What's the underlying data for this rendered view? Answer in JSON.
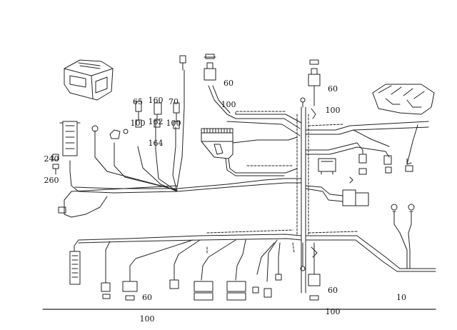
{
  "labels": {
    "c1": [
      "65",
      "100"
    ],
    "c2": [
      "160",
      "162",
      "164"
    ],
    "c3": [
      "70",
      "100"
    ],
    "c4": [
      "60",
      "100"
    ],
    "c5": [
      "60",
      "100"
    ],
    "c6": [
      "240",
      "260"
    ],
    "c7": [
      "60",
      "100"
    ],
    "c8": [
      "60",
      "100"
    ],
    "c9": [
      "10"
    ]
  },
  "colors": {
    "line": "#222222",
    "dash": "#333333",
    "background": "#ffffff"
  }
}
